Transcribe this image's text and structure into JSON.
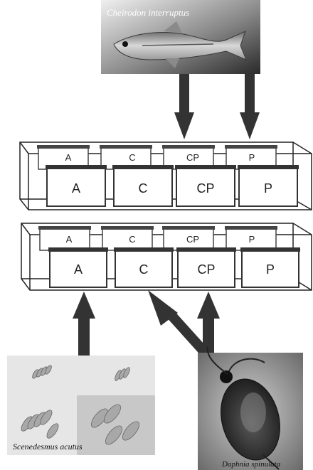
{
  "photos": {
    "fish": {
      "caption": "Cheirodon interruptus"
    },
    "algae": {
      "caption": "Scenedesmus acutus"
    },
    "daphnia": {
      "caption": "Daphnia spinulata"
    }
  },
  "tanks": [
    {
      "name": "upper",
      "back_labels": [
        "A",
        "C",
        "CP",
        "P"
      ],
      "front_labels": [
        "A",
        "C",
        "CP",
        "P"
      ]
    },
    {
      "name": "lower",
      "back_labels": [
        "A",
        "C",
        "CP",
        "P"
      ],
      "front_labels": [
        "A",
        "C",
        "CP",
        "P"
      ]
    }
  ],
  "colors": {
    "arrow": "#333333",
    "outline": "#222222",
    "photo_dark": "#2a2a2a",
    "photo_light": "#e6e6e6"
  }
}
